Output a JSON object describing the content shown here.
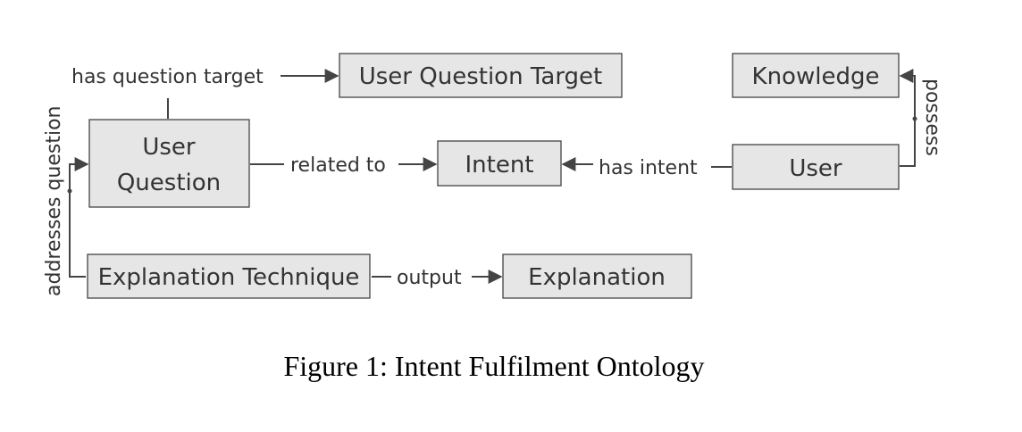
{
  "nodes": {
    "user_question_target": "User Question Target",
    "knowledge": "Knowledge",
    "user_question_line1": "User",
    "user_question_line2": "Question",
    "intent": "Intent",
    "user": "User",
    "explanation_technique": "Explanation Technique",
    "explanation": "Explanation"
  },
  "edges": {
    "has_question_target": "has question target",
    "related_to": "related to",
    "has_intent": "has intent",
    "output": "output",
    "addresses_question": "addresses question",
    "possess": "possess"
  },
  "caption": "Figure 1: Intent Fulfilment Ontology",
  "colors": {
    "box_fill": "#e6e6e6",
    "stroke": "#444444",
    "text": "#333333"
  }
}
